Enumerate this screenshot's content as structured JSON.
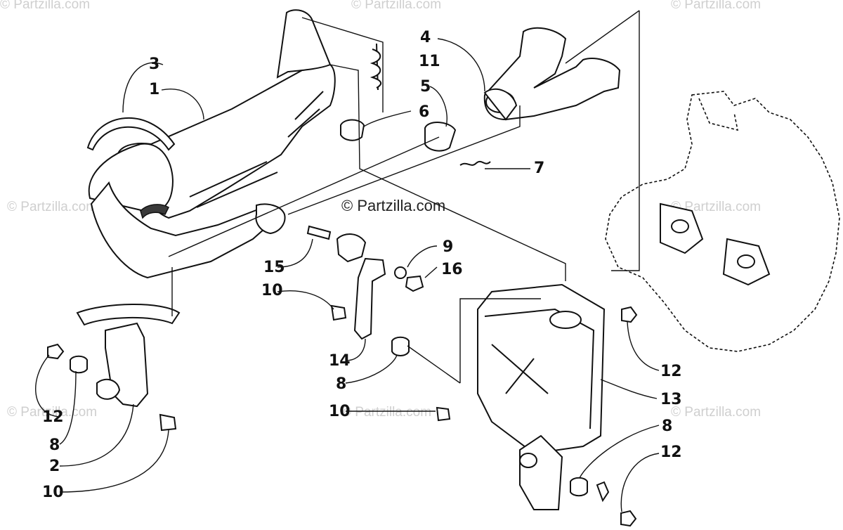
{
  "watermarks": {
    "top_left": "© Partzilla.com",
    "top_center": "© Partzilla.com",
    "top_right": "© Partzilla.com",
    "mid_left": "© Partzilla.com",
    "mid_center": "© Partzilla.com",
    "mid_right": "© Partzilla.com",
    "low_left": "© Partzilla.com",
    "low_center": "© Partzilla.com",
    "low_right": "© Partzilla.com"
  },
  "callouts": {
    "c1": "1",
    "c2": "2",
    "c3": "3",
    "c4": "4",
    "c5": "5",
    "c6": "6",
    "c7": "7",
    "c8a": "8",
    "c8b": "8",
    "c8c": "8",
    "c9": "9",
    "c10a": "10",
    "c10b": "10",
    "c10c": "10",
    "c11": "11",
    "c12a": "12",
    "c12b": "12",
    "c12c": "12",
    "c13": "13",
    "c14": "14",
    "c15": "15",
    "c16": "16"
  }
}
